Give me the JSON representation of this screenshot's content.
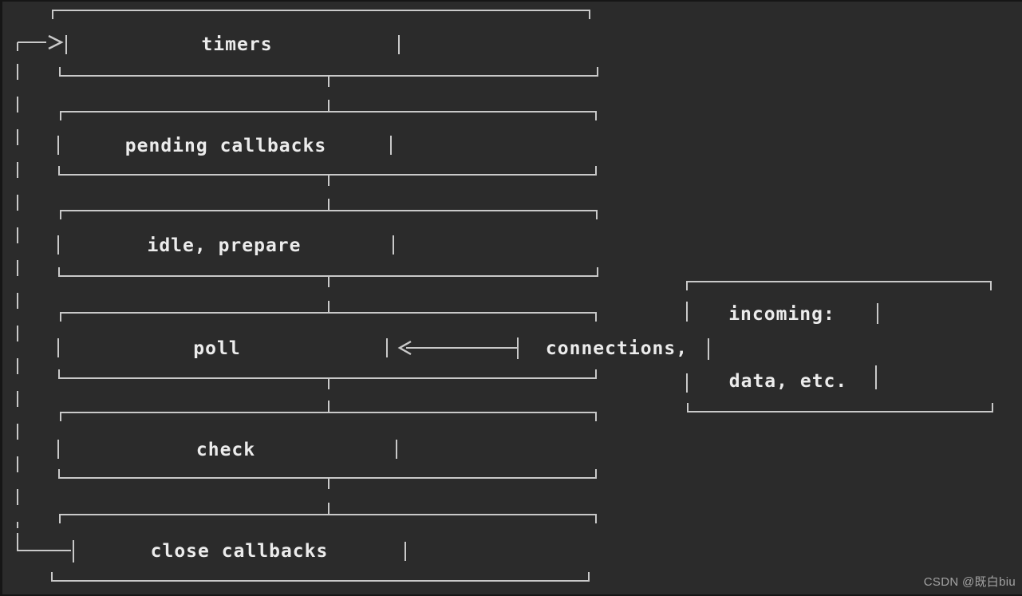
{
  "colors": {
    "background": "#2b2b2b",
    "line": "#c9c9c9",
    "label": "#ececec",
    "watermark": "#a3a3a3"
  },
  "phases": {
    "timers": "timers",
    "pending": "pending callbacks",
    "idle": "idle, prepare",
    "poll": "poll",
    "check": "check",
    "close": "close callbacks"
  },
  "side_box": {
    "line1": "incoming:",
    "line2": "data, etc."
  },
  "poll_arrow_label": "connections,",
  "watermark": "CSDN @既白biu"
}
